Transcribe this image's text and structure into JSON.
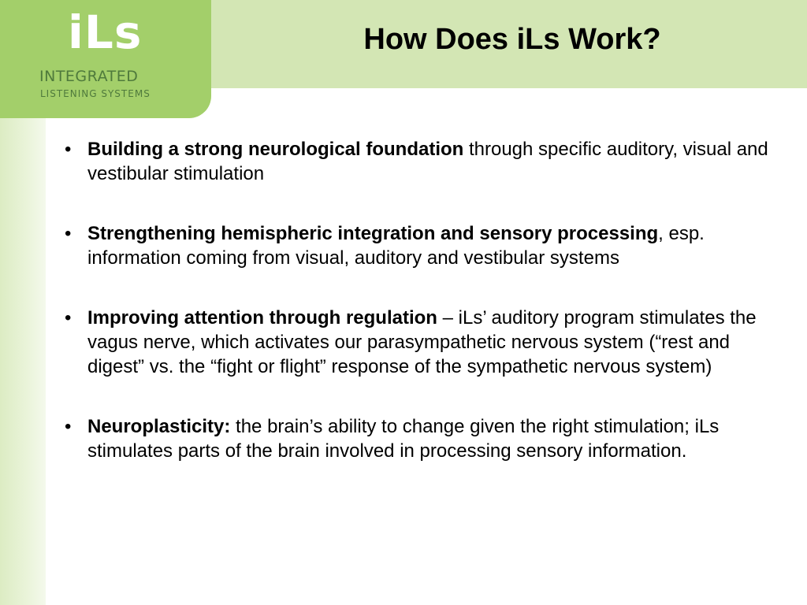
{
  "logo": {
    "mark": "iLs",
    "line1": "INTEGRATED",
    "line2": "LISTENING SYSTEMS"
  },
  "title": "How Does iLs Work?",
  "bullet_char": "•",
  "bullets": [
    {
      "bold": "Building a strong neurological foundation",
      "rest": " through specific auditory, visual and vestibular stimulation"
    },
    {
      "bold": "Strengthening hemispheric integration and sensory processing",
      "rest": ", esp. information coming from visual, auditory and vestibular systems"
    },
    {
      "bold": "Improving attention through regulation",
      "rest": " – iLs’ auditory program stimulates the vagus nerve, which activates our parasympathetic nervous system (“rest and digest” vs. the “fight or flight” response of the sympathetic nervous system)"
    },
    {
      "bold": "Neuroplasticity:",
      "rest": " the brain’s ability to change given the right stimulation; iLs stimulates parts of the brain involved in processing sensory information."
    }
  ],
  "colors": {
    "header_band": "#d3e6b4",
    "logo_green": "#a3cf6a",
    "logo_text_dark": "#4f7a3c",
    "text": "#000000"
  }
}
